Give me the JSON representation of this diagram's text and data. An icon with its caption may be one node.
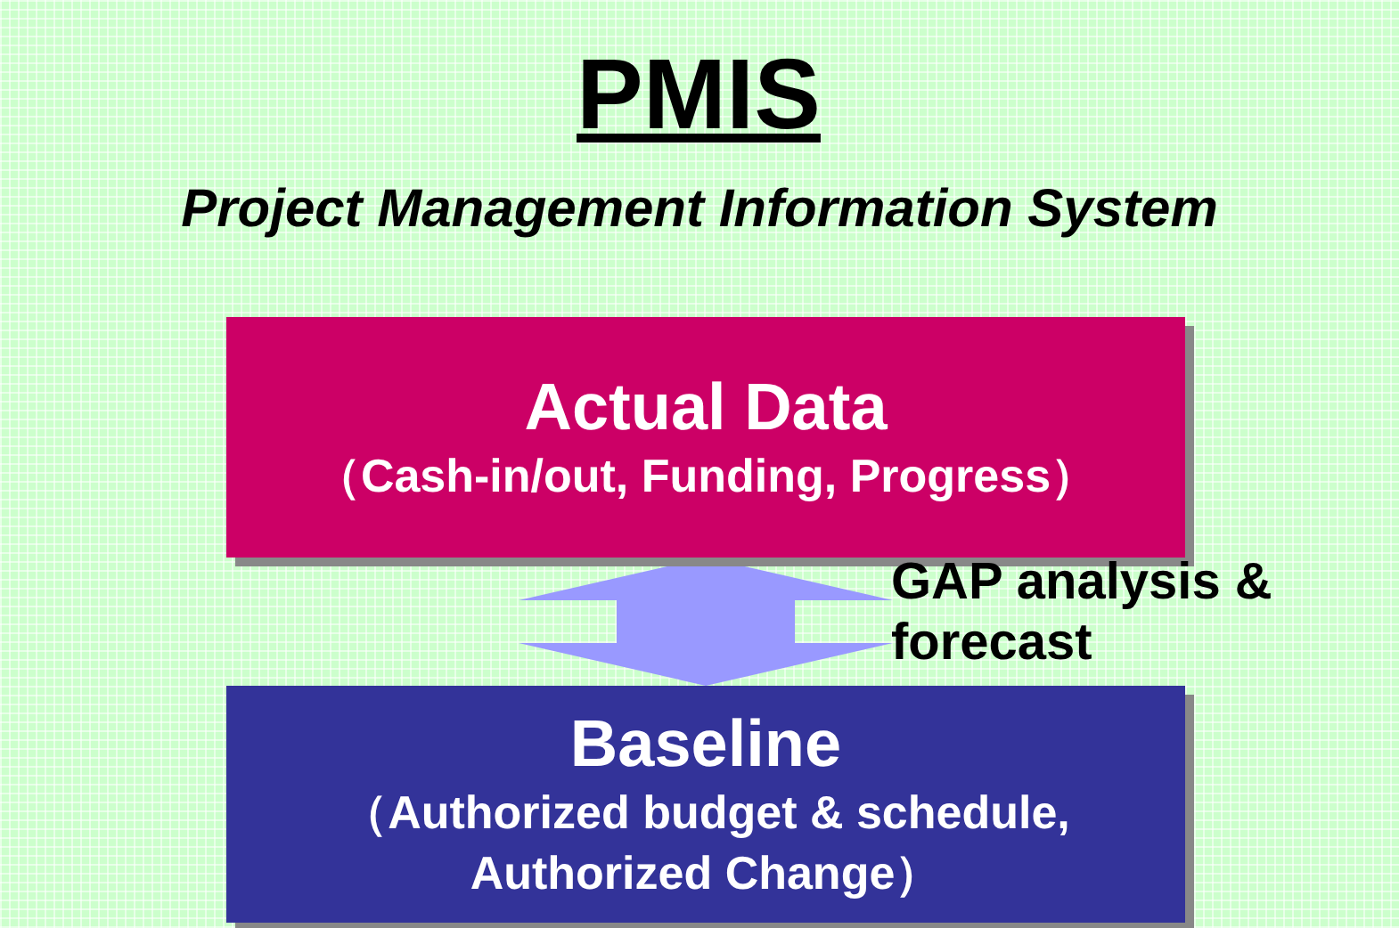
{
  "diagram": {
    "title": "PMIS",
    "caption": "Project Management Information System",
    "nodes": [
      {
        "text": [
          "Actual Data",
          "（Cash-in/out, Funding, Progress）"
        ]
      },
      {
        "text": [
          "Baseline",
          "（Authorized budget & schedule, Authorized Change）"
        ]
      }
    ],
    "edges": [
      {
        "from": 0,
        "to": 1,
        "arrow": "both",
        "label": "GAP analysis & forecast"
      }
    ]
  }
}
